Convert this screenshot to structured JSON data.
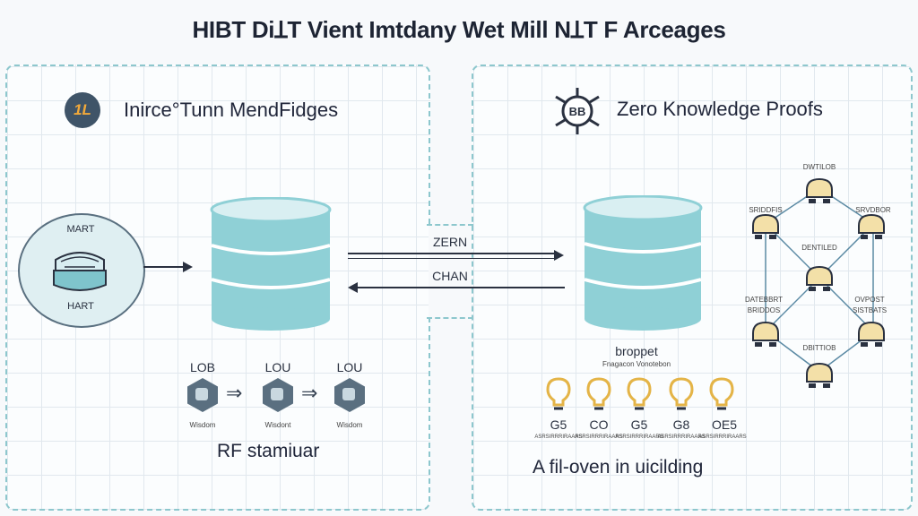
{
  "title": "HIBT DiꞱT Vient Imtdany Wet Mill NꞱT F Arceages",
  "left_panel": {
    "logo_text": "1L",
    "heading": "Inirce°Tunn MendFidges",
    "source_top_label": "MART",
    "source_bottom_label": "HART",
    "steps": [
      {
        "top": "LOB",
        "bottom": "Wisdom"
      },
      {
        "top": "LOU",
        "bottom": "Wisdont"
      },
      {
        "top": "LOU",
        "bottom": "Wisdom"
      }
    ],
    "footer": "RF stamiuar"
  },
  "middle": {
    "arrow_top_label": "ZERN",
    "arrow_bottom_label": "CHAN"
  },
  "right_panel": {
    "heading": "Zero Knowledge Proofs",
    "icon_text": "BB",
    "db_label": "broppet",
    "db_sublabel": "Fnagacon Vonotebon",
    "network_labels": [
      "DWTILOB",
      "SRIDDFIS",
      "SRVDBOR",
      "DENTILED",
      "DATEBBRT",
      "OVPOST",
      "BRIDDOS",
      "SISTBATS",
      "DBITTIOB"
    ],
    "bulbs": [
      {
        "label": "G5",
        "sub": "ASRSIRRRIRAARS"
      },
      {
        "label": "CO",
        "sub": "ASRSIRRRIRAARS"
      },
      {
        "label": "G5",
        "sub": "ASRSIRRRIRAARS"
      },
      {
        "label": "G8",
        "sub": "ASRSIRRRIRAARS"
      },
      {
        "label": "OE5",
        "sub": "ASRSIRRRIRAARS"
      }
    ],
    "footer": "A fil-oven in uicilding"
  },
  "colors": {
    "accent": "#8dc7cd",
    "db_fill": "#8fd0d6",
    "bulb": "#e4b447",
    "dark": "#2a3140"
  }
}
